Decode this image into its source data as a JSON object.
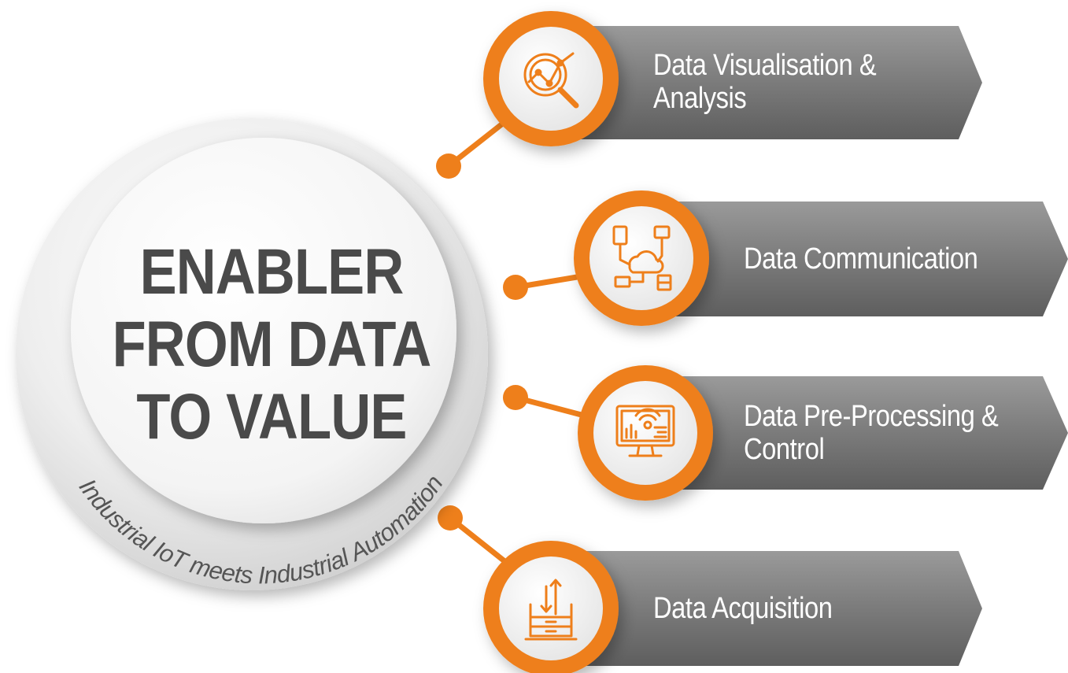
{
  "colors": {
    "accent": "#ee7f1b",
    "arrow": "#7a7a7a",
    "title_text": "#4a4a4a",
    "ring_text": "#555555"
  },
  "center": {
    "title_lines": [
      "ENABLER",
      "FROM DATA",
      "TO VALUE"
    ],
    "ring_text": "Industrial IoT meets Industrial Automation"
  },
  "items": [
    {
      "label_lines": [
        "Data Visualisation &",
        "Analysis"
      ],
      "icon": "magnifier-chart-icon"
    },
    {
      "label_lines": [
        "Data Communication"
      ],
      "icon": "cloud-network-icon"
    },
    {
      "label_lines": [
        "Data Pre-Processing &",
        "Control"
      ],
      "icon": "monitor-dashboard-icon"
    },
    {
      "label_lines": [
        "Data Acquisition"
      ],
      "icon": "data-transfer-icon"
    }
  ]
}
